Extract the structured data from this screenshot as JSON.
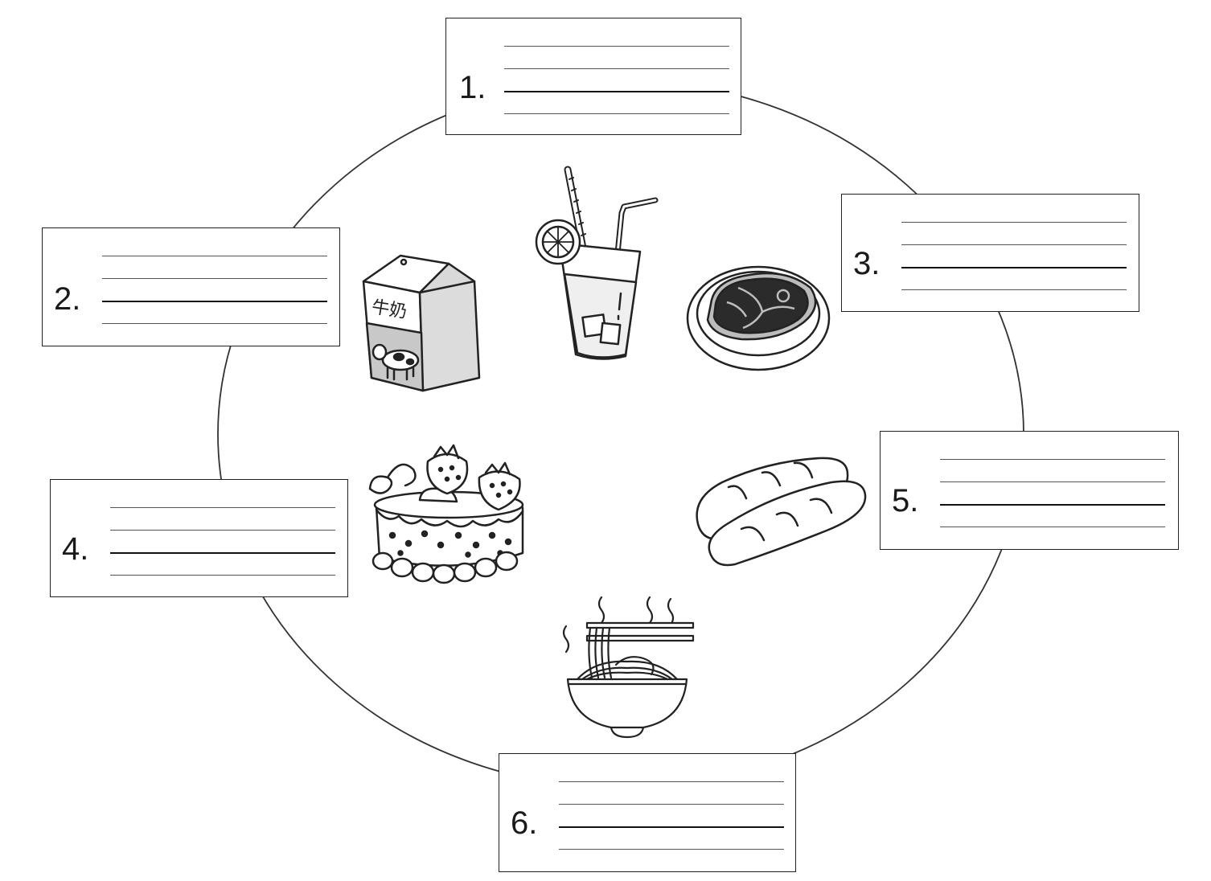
{
  "worksheet": {
    "answer_boxes": [
      {
        "id": 1,
        "number_label": "1."
      },
      {
        "id": 2,
        "number_label": "2."
      },
      {
        "id": 3,
        "number_label": "3."
      },
      {
        "id": 4,
        "number_label": "4."
      },
      {
        "id": 5,
        "number_label": "5."
      },
      {
        "id": 6,
        "number_label": "6."
      }
    ],
    "foods": [
      {
        "name": "juice",
        "icon": "juice-glass-icon"
      },
      {
        "name": "milk",
        "icon": "milk-carton-icon",
        "carton_text": "牛奶"
      },
      {
        "name": "steak",
        "icon": "steak-plate-icon"
      },
      {
        "name": "cake",
        "icon": "strawberry-cake-icon"
      },
      {
        "name": "bread",
        "icon": "bread-loaves-icon"
      },
      {
        "name": "noodles",
        "icon": "noodle-bowl-icon"
      }
    ]
  }
}
